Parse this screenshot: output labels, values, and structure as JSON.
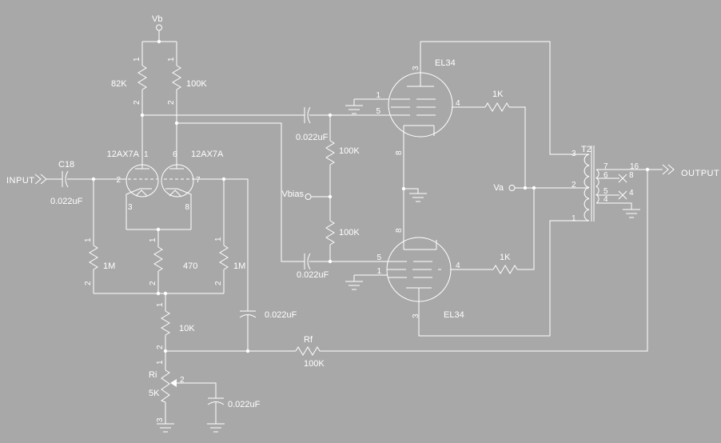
{
  "colors": {
    "background": "#A8A8A8",
    "foreground": "#FFFFFF"
  },
  "io": {
    "input": "INPUT",
    "output": "OUTPUT"
  },
  "terminals": {
    "vb": "Vb",
    "vbias": "Vbias",
    "va": "Va"
  },
  "tubes": {
    "v1a": {
      "name": "12AX7A",
      "pin_plate": "1",
      "pin_grid": "2",
      "pin_cathode": "3"
    },
    "v1b": {
      "name": "12AX7A",
      "pin_plate": "6",
      "pin_grid": "7",
      "pin_cathode": "8"
    },
    "el34_top": {
      "name": "EL34",
      "pin_plate": "3",
      "pin_suppressor": "1",
      "pin_grid": "5",
      "pin_screen": "4",
      "pin_cathode": "8"
    },
    "el34_bottom": {
      "name": "EL34",
      "pin_plate": "3",
      "pin_suppressor": "1",
      "pin_grid": "5",
      "pin_screen": "4",
      "pin_cathode": "8"
    }
  },
  "resistors": {
    "r_82k": {
      "value": "82K",
      "pin1": "1",
      "pin2": "2"
    },
    "r_100k_plate": {
      "value": "100K",
      "pin1": "1",
      "pin2": "2"
    },
    "r_1m_left": {
      "value": "1M",
      "pin1": "1",
      "pin2": "2"
    },
    "r_470": {
      "value": "470",
      "pin1": "1",
      "pin2": "2"
    },
    "r_1m_right": {
      "value": "1M",
      "pin1": "1",
      "pin2": "2"
    },
    "r_10k": {
      "value": "10K",
      "pin1": "1",
      "pin2": "2"
    },
    "r_100k_grid_top": {
      "value": "100K"
    },
    "r_100k_grid_bottom": {
      "value": "100K"
    },
    "r_1k_top": {
      "value": "1K"
    },
    "r_1k_bottom": {
      "value": "1K"
    },
    "ri": {
      "name": "Ri",
      "value": "5K",
      "pin1": "1",
      "pin2": "2",
      "pin3": "3"
    },
    "rf": {
      "name": "Rf",
      "value": "100K"
    }
  },
  "capacitors": {
    "c18": {
      "name": "C18",
      "value": "0.022uF"
    },
    "c_coupling_top": {
      "value": "0.022uF"
    },
    "c_coupling_bottom": {
      "value": "0.022uF"
    },
    "c_feedback": {
      "value": "0.022uF"
    },
    "c_wiper": {
      "value": "0.022uF"
    }
  },
  "transformer": {
    "name": "T2",
    "primary_pins": [
      "3",
      "2",
      "1"
    ],
    "secondary_pins": [
      "7",
      "6",
      "5",
      "4"
    ],
    "secondary_taps": [
      "16",
      "8",
      "4"
    ]
  }
}
